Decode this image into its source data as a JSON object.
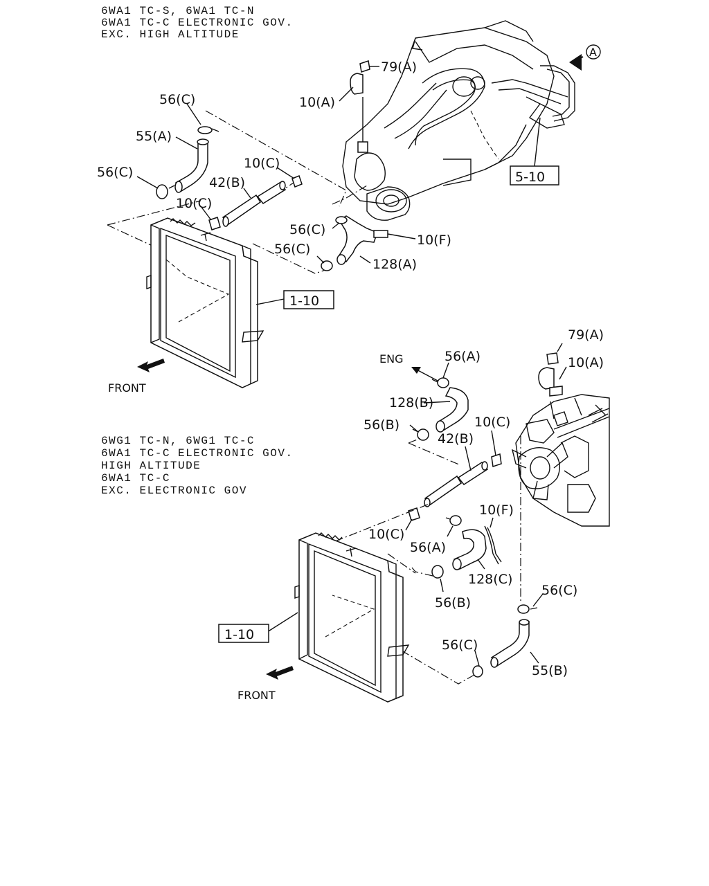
{
  "top_section": {
    "notes": [
      "6WA1 TC-S, 6WA1 TC-N",
      "6WA1 TC-C ELECTRONIC GOV.",
      "EXC. HIGH ALTITUDE"
    ],
    "view_marker": "A",
    "front_label": "FRONT",
    "refs": {
      "engine": "5-10",
      "radiator": "1-10"
    },
    "callouts": {
      "c79a": "79(A)",
      "c10a": "10(A)",
      "c56c_1": "56(C)",
      "c55a": "55(A)",
      "c56c_2": "56(C)",
      "c10c_1": "10(C)",
      "c42b": "42(B)",
      "c10c_2": "10(C)",
      "c56c_3": "56(C)",
      "c56c_4": "56(C)",
      "c10f": "10(F)",
      "c128a": "128(A)"
    }
  },
  "bottom_section": {
    "notes": [
      "6WG1 TC-N, 6WG1 TC-C",
      "6WA1 TC-C ELECTRONIC GOV.",
      " HIGH ALTITUDE",
      "6WA1 TC-C",
      " EXC. ELECTRONIC GOV"
    ],
    "eng_label": "ENG",
    "front_label": "FRONT",
    "refs": {
      "radiator": "1-10"
    },
    "callouts": {
      "c79a": "79(A)",
      "c56a_1": "56(A)",
      "c10a": "10(A)",
      "c128b": "128(B)",
      "c56b_1": "56(B)",
      "c42b": "42(B)",
      "c10c_1": "10(C)",
      "c10f": "10(F)",
      "c10c_2": "10(C)",
      "c56a_2": "56(A)",
      "c128c": "128(C)",
      "c56b_2": "56(B)",
      "c56c_1": "56(C)",
      "c56c_2": "56(C)",
      "c55b": "55(B)"
    }
  }
}
